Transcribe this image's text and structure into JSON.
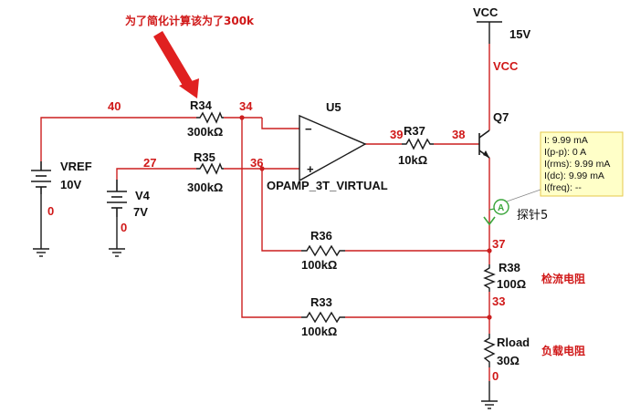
{
  "annotation": "为了简化计算该为了300k",
  "supply": {
    "name": "VCC",
    "value": "15V",
    "net": "VCC"
  },
  "transistor": {
    "name": "Q7"
  },
  "opamp": {
    "ref": "U5",
    "model": "OPAMP_3T_VIRTUAL",
    "minus": "−",
    "plus": "+"
  },
  "resistors": {
    "r34": {
      "name": "R34",
      "value": "300kΩ"
    },
    "r35": {
      "name": "R35",
      "value": "300kΩ"
    },
    "r36": {
      "name": "R36",
      "value": "100kΩ"
    },
    "r33": {
      "name": "R33",
      "value": "100kΩ"
    },
    "r37": {
      "name": "R37",
      "value": "10kΩ"
    },
    "r38": {
      "name": "R38",
      "value": "100Ω"
    },
    "rload": {
      "name": "Rload",
      "value": "30Ω"
    }
  },
  "sources": {
    "vref": {
      "name": "VREF",
      "value": "10V"
    },
    "v4": {
      "name": "V4",
      "value": "7V"
    }
  },
  "nodes": {
    "n40": "40",
    "n34": "34",
    "n27": "27",
    "n36": "36",
    "n39": "39",
    "n38": "38",
    "n37": "37",
    "n33": "33",
    "n0_vref": "0",
    "n0_v4": "0",
    "n0_load": "0"
  },
  "notes": {
    "sense": "检流电阻",
    "load": "负载电阻"
  },
  "probe": {
    "marker": "A",
    "name": "探针5",
    "readings": [
      "I: 9.99 mA",
      "I(p-p): 0 A",
      "I(rms): 9.99 mA",
      "I(dc): 9.99 mA",
      "I(freq): --"
    ]
  },
  "colors": {
    "wire": "#cc1f1f",
    "ink": "#1a1a1a",
    "probe_bg": "#ffffc8",
    "probe_border": "#e6c84a",
    "probe_green": "#3aa53a"
  }
}
